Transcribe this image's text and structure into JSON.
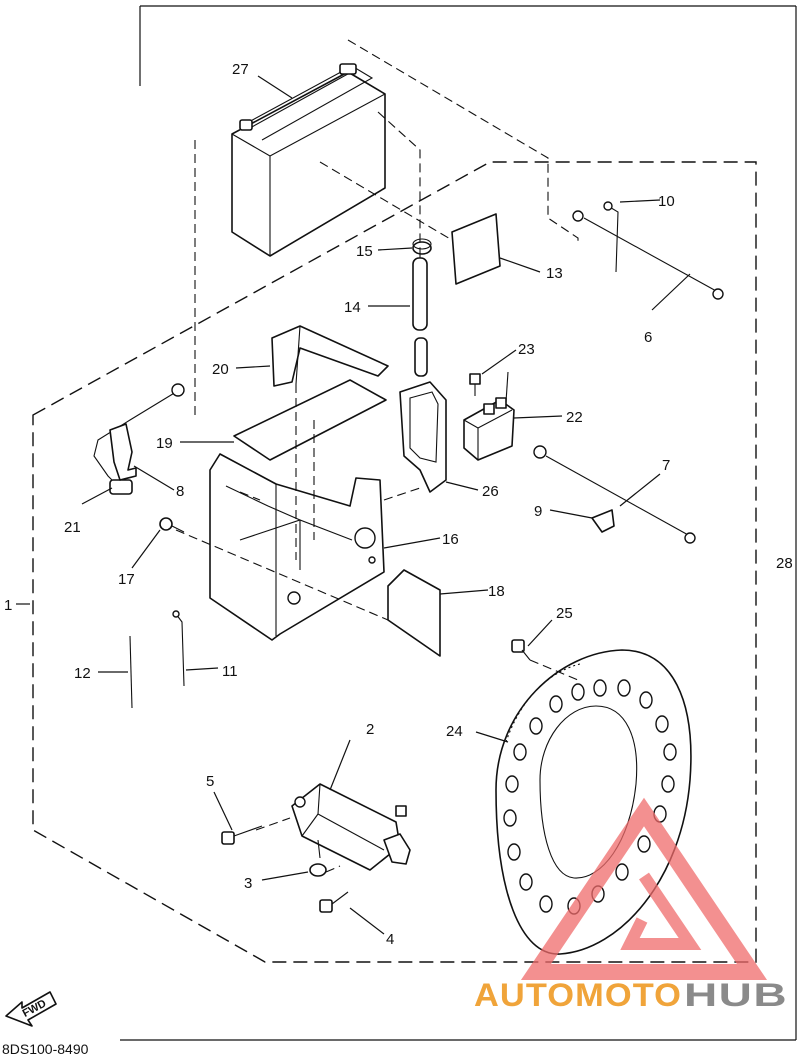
{
  "diagram": {
    "code": "8DS100-8490",
    "fwd_label": "FWD",
    "callouts": [
      {
        "id": "c1",
        "text": "1"
      },
      {
        "id": "c2",
        "text": "2"
      },
      {
        "id": "c3",
        "text": "3"
      },
      {
        "id": "c4",
        "text": "4"
      },
      {
        "id": "c5",
        "text": "5"
      },
      {
        "id": "c6",
        "text": "6"
      },
      {
        "id": "c7",
        "text": "7"
      },
      {
        "id": "c8",
        "text": "8"
      },
      {
        "id": "c9",
        "text": "9"
      },
      {
        "id": "c10",
        "text": "10"
      },
      {
        "id": "c11",
        "text": "11"
      },
      {
        "id": "c12",
        "text": "12"
      },
      {
        "id": "c13",
        "text": "13"
      },
      {
        "id": "c14",
        "text": "14"
      },
      {
        "id": "c15",
        "text": "15"
      },
      {
        "id": "c16",
        "text": "16"
      },
      {
        "id": "c17",
        "text": "17"
      },
      {
        "id": "c18",
        "text": "18"
      },
      {
        "id": "c19",
        "text": "19"
      },
      {
        "id": "c20",
        "text": "20"
      },
      {
        "id": "c21",
        "text": "21"
      },
      {
        "id": "c22",
        "text": "22"
      },
      {
        "id": "c23",
        "text": "23"
      },
      {
        "id": "c24",
        "text": "24"
      },
      {
        "id": "c25",
        "text": "25"
      },
      {
        "id": "c26",
        "text": "26"
      },
      {
        "id": "c27",
        "text": "27"
      },
      {
        "id": "c28",
        "text": "28"
      }
    ]
  },
  "watermark": {
    "part1": "AUTOMOTO",
    "part2": "HUB",
    "colors": {
      "triangle": "#ef6b6b",
      "text_orange": "#f0a43a",
      "text_gray": "#8a8a8a"
    }
  }
}
